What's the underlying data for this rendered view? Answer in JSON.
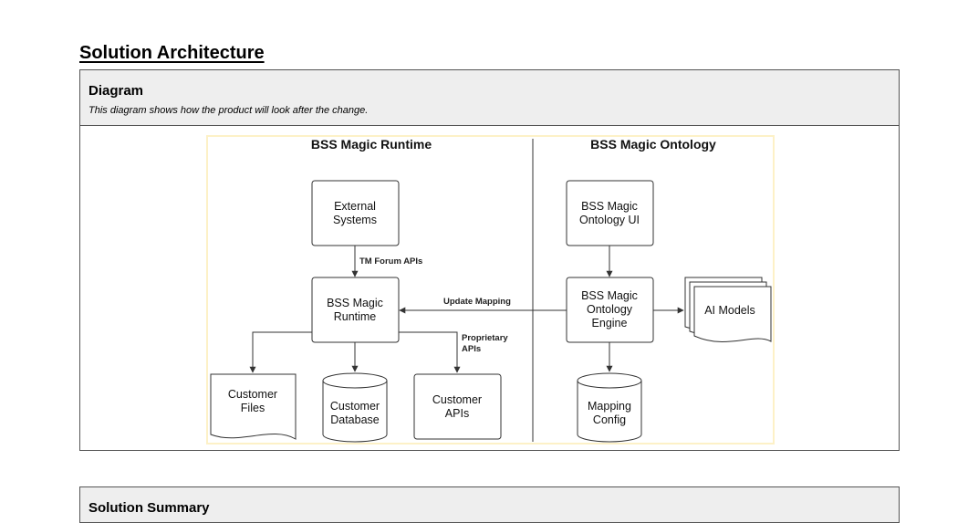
{
  "section": {
    "title": "Solution Architecture"
  },
  "diagram_box": {
    "title": "Diagram",
    "subtitle": "This diagram shows how the product will look after the change."
  },
  "diagram": {
    "left_title": "BSS Magic Runtime",
    "right_title": "BSS Magic Ontology",
    "nodes": {
      "external_systems": [
        "External",
        "Systems"
      ],
      "runtime": [
        "BSS Magic",
        "Runtime"
      ],
      "customer_files": [
        "Customer",
        "Files"
      ],
      "customer_database": [
        "Customer",
        "Database"
      ],
      "customer_apis": [
        "Customer",
        "APIs"
      ],
      "ontology_ui": [
        "BSS Magic",
        "Ontology UI"
      ],
      "ontology_engine": [
        "BSS Magic",
        "Ontology",
        "Engine"
      ],
      "ai_models": [
        "AI Models"
      ],
      "mapping_config": [
        "Mapping",
        "Config"
      ]
    },
    "edge_labels": {
      "tm_forum": "TM Forum APIs",
      "update_mapping": "Update Mapping",
      "proprietary": [
        "Proprietary",
        "APIs"
      ]
    },
    "colors": {
      "frame": "#fdf1c7",
      "stroke": "#333333",
      "fill": "#ffffff"
    }
  },
  "summary_box": {
    "title": "Solution Summary"
  }
}
